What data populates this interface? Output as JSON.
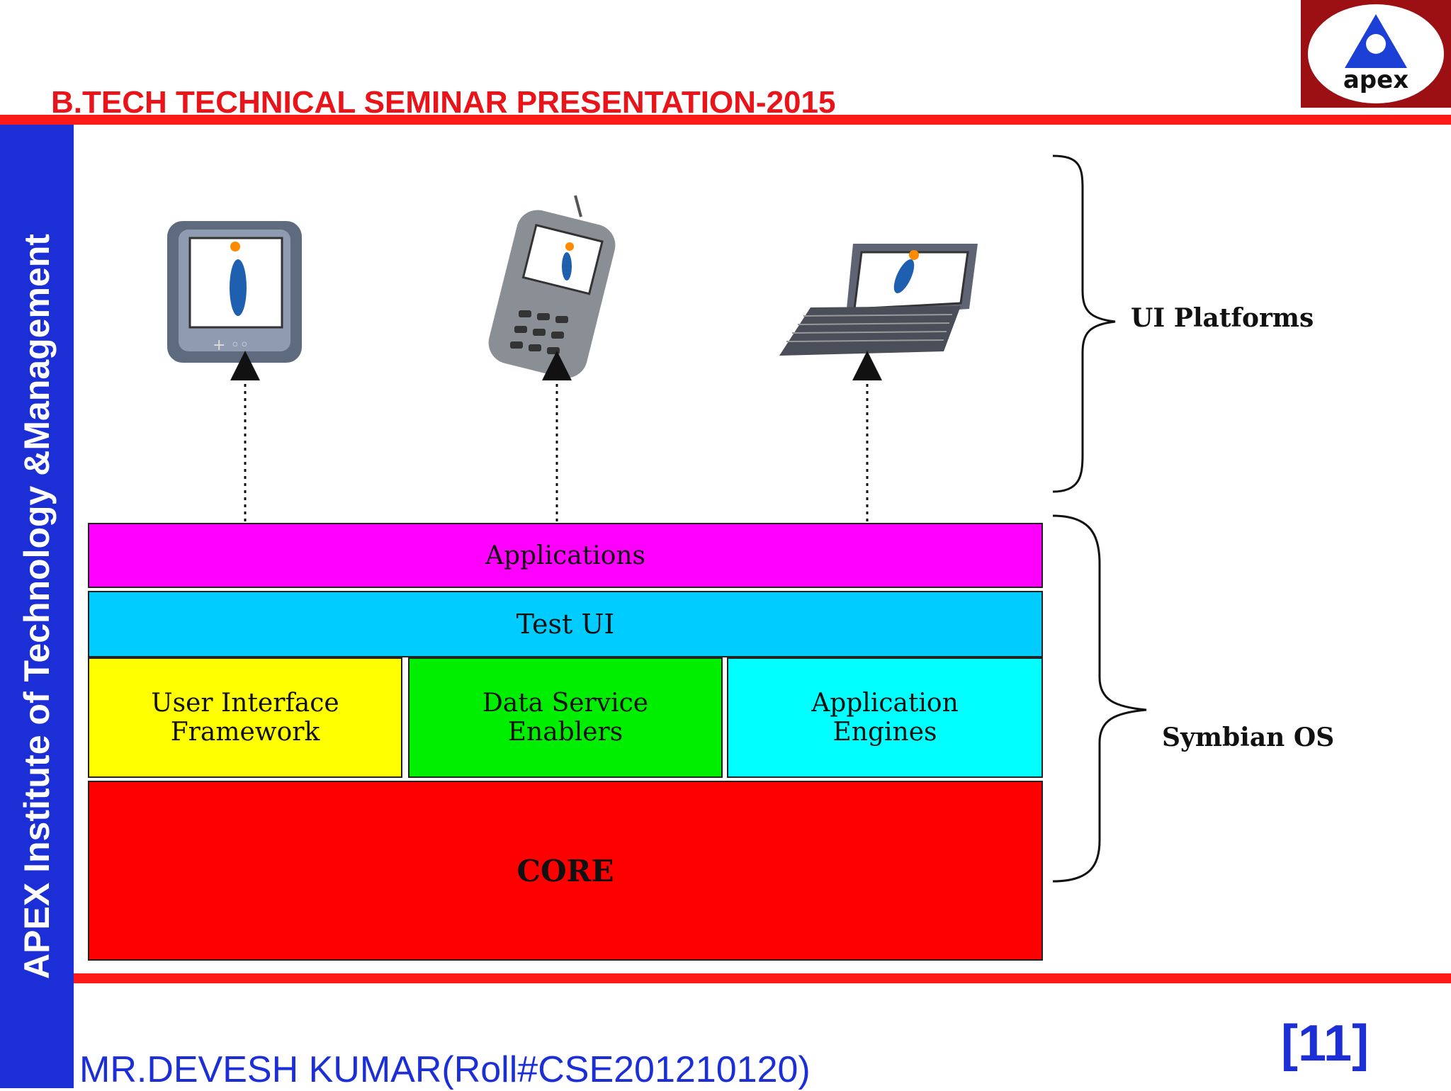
{
  "header": {
    "title": "B.TECH TECHNICAL SEMINAR PRESENTATION-2015"
  },
  "logo": {
    "text": "apex",
    "icon": "apex-triangle-logo"
  },
  "sidebar": {
    "institute": "APEX Institute of Technology &Management"
  },
  "diagram": {
    "layers": {
      "applications": "Applications",
      "test_ui": "Test UI",
      "ui_framework": "User Interface\nFramework",
      "data_service": "Data Service\nEnablers",
      "app_engines": "Application\nEngines",
      "core": "CORE"
    },
    "labels": {
      "ui_platforms": "UI Platforms",
      "symbian_os": "Symbian OS"
    },
    "devices": [
      "pda-device-icon",
      "mobile-phone-icon",
      "handheld-laptop-icon"
    ],
    "colors": {
      "applications": "#ff00ff",
      "test_ui": "#00ccff",
      "ui_framework": "#ffff00",
      "data_service": "#00ee00",
      "app_engines": "#00ffff",
      "core": "#ff0000"
    }
  },
  "footer": {
    "author": "MR.DEVESH KUMAR(Roll#CSE201210120)",
    "page": "[11]"
  }
}
